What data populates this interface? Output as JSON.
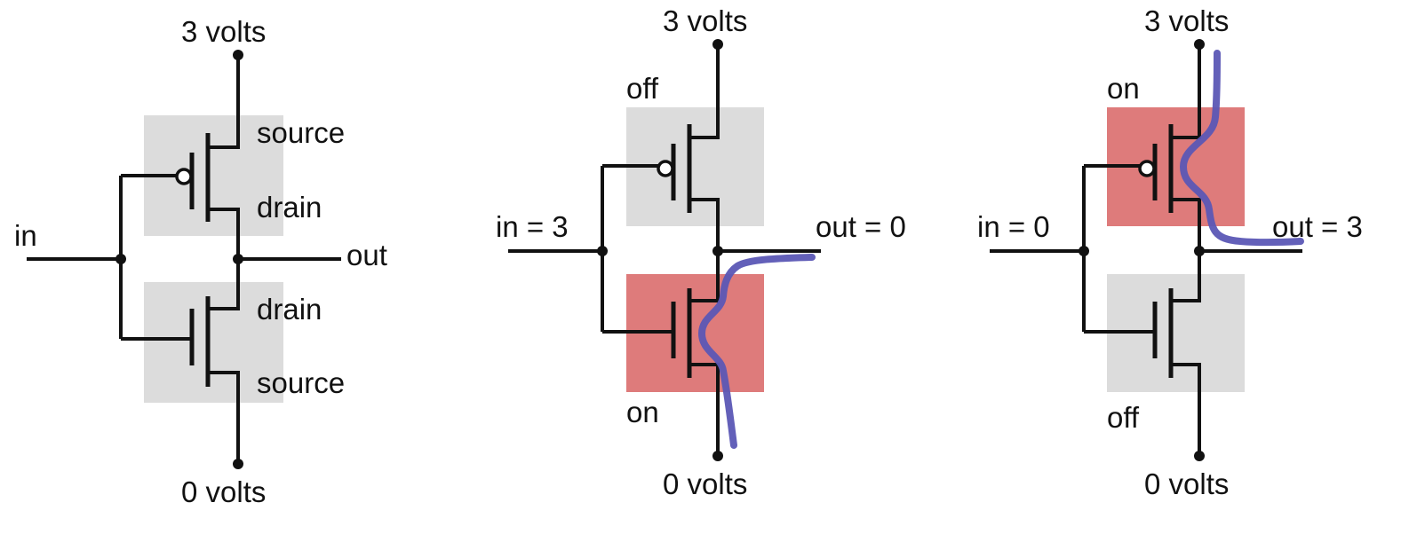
{
  "colors": {
    "off_box": "#dcdcdc",
    "on_box": "#de7b7b",
    "wire": "#111111",
    "current_flow": "#5b57b5",
    "background": "#ffffff"
  },
  "panel_unlabeled": {
    "top_rail": "3 volts",
    "bottom_rail": "0 volts",
    "input": "in",
    "output": "out",
    "pmos_source": "source",
    "pmos_drain": "drain",
    "nmos_drain": "drain",
    "nmos_source": "source"
  },
  "panel_in_high": {
    "top_rail": "3 volts",
    "bottom_rail": "0 volts",
    "input": "in = 3",
    "output": "out = 0",
    "pmos_state": "off",
    "nmos_state": "on"
  },
  "panel_in_low": {
    "top_rail": "3 volts",
    "bottom_rail": "0 volts",
    "input": "in = 0",
    "output": "out = 3",
    "pmos_state": "on",
    "nmos_state": "off"
  }
}
